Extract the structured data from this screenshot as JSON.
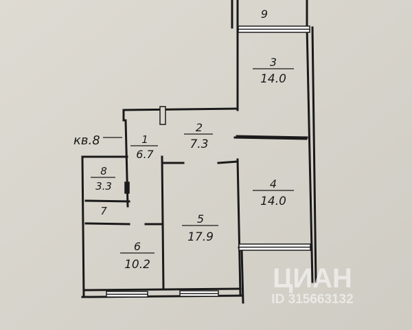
{
  "apartment_label": "кв.8",
  "rooms": [
    {
      "number": "1",
      "area": "6.7"
    },
    {
      "number": "2",
      "area": "7.3"
    },
    {
      "number": "3",
      "area": "14.0"
    },
    {
      "number": "4",
      "area": "14.0"
    },
    {
      "number": "5",
      "area": "17.9"
    },
    {
      "number": "6",
      "area": "10.2"
    },
    {
      "number": "7",
      "area": ""
    },
    {
      "number": "8",
      "area": "3.3"
    },
    {
      "number": "9",
      "area": ""
    }
  ],
  "watermark": {
    "brand": "ЦИАН",
    "id": "ID 315663132"
  },
  "colors": {
    "paper": "#d9d6ce",
    "ink": "#1a1a1a",
    "window": "#ffffff",
    "watermark": "#ffffff"
  }
}
